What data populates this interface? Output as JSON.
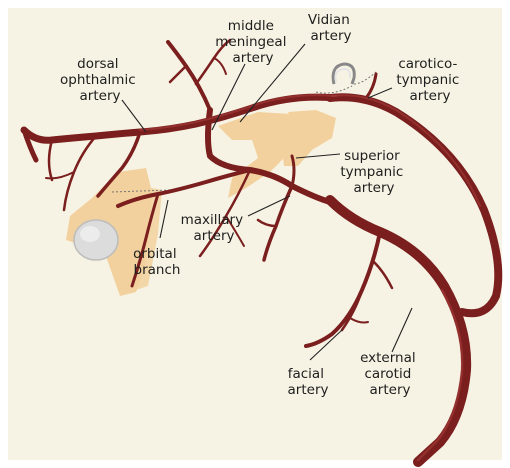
{
  "labels": {
    "middle_meningeal": [
      "middle",
      "meningeal",
      "artery"
    ],
    "vidian": [
      "Vidian",
      "artery"
    ],
    "dorsal_ophthalmic": [
      "dorsal",
      "ophthalmic",
      "artery"
    ],
    "carotico_tympanic": [
      "carotico-",
      "tympanic",
      "artery"
    ],
    "superior_tympanic": [
      "superior",
      "tympanic",
      "artery"
    ],
    "maxillary": [
      "maxillary",
      "artery"
    ],
    "orbital_branch": [
      "orbital",
      "branch"
    ],
    "facial": [
      "facial",
      "artery"
    ],
    "external_carotid": [
      "external",
      "carotid",
      "artery"
    ]
  },
  "colors": {
    "background": "#f7f3e4",
    "artery": "#7a1e1e",
    "artery_highlight": "#a8403c",
    "bone": "#f2d19e",
    "eye": "#dcdcdc"
  }
}
